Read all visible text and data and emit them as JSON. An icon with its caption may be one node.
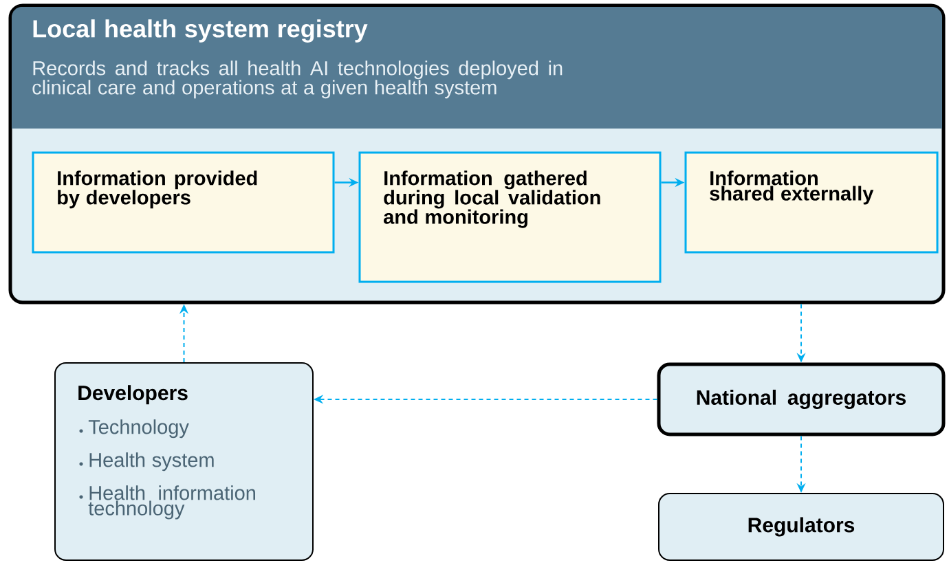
{
  "diagram": {
    "nodes": [
      {
        "text": [
          "Local health system registry",
          "Records and tracks all health AI technologies deployed in clinical care and operations at a given health system"
        ]
      },
      {
        "text": [
          "Information provided by developers"
        ],
        "in": 0
      },
      {
        "text": [
          "Information gathered during local validation and monitoring"
        ],
        "in": 0
      },
      {
        "text": [
          "Information shared externally"
        ],
        "in": 0
      },
      {
        "text": [
          "Developers",
          "Technology",
          "Health system",
          "Health information technology"
        ]
      },
      {
        "text": [
          "National aggregators"
        ]
      },
      {
        "text": [
          "Regulators"
        ]
      }
    ],
    "edges": [
      {
        "from": 1,
        "to": 2,
        "arrow": "to"
      },
      {
        "from": 2,
        "to": 3,
        "arrow": "to"
      },
      {
        "from": 4,
        "to": 0,
        "arrow": "to",
        "style": "dashed"
      },
      {
        "from": 0,
        "to": 5,
        "arrow": "to",
        "style": "dashed"
      },
      {
        "from": 5,
        "to": 4,
        "arrow": "to",
        "style": "dashed"
      },
      {
        "from": 5,
        "to": 6,
        "arrow": "to",
        "style": "dashed"
      }
    ]
  }
}
